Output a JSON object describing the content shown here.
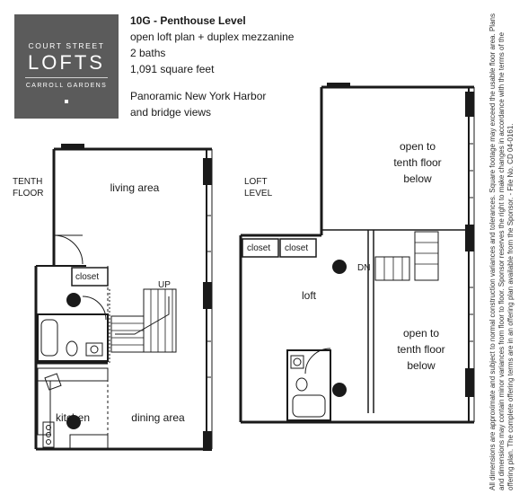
{
  "logo": {
    "line1": "COURT STREET",
    "line2": "LOFTS",
    "line3": "CARROLL GARDENS"
  },
  "unit": {
    "title": "10G - Penthouse Level",
    "layout": "open loft plan + duplex mezzanine",
    "baths": "2 baths",
    "area": "1,091 square feet",
    "views_line1": "Panoramic New York Harbor",
    "views_line2": "and bridge views"
  },
  "tenth_floor": {
    "heading_line1": "TENTH",
    "heading_line2": "FLOOR",
    "living": "living area",
    "closet": "closet",
    "up": "UP",
    "kitchen": "kitchen",
    "dining": "dining area"
  },
  "loft_level": {
    "heading_line1": "LOFT",
    "heading_line2": "LEVEL",
    "closet_a": "closet",
    "closet_b": "closet",
    "loft": "loft",
    "dn": "DN",
    "open_top_1": "open to",
    "open_top_2": "tenth floor",
    "open_top_3": "below",
    "open_bot_1": "open to",
    "open_bot_2": "tenth floor",
    "open_bot_3": "below"
  },
  "disclaimer": "All dimensions are approximate and subject to normal construction variances and tolerances. Square footage may exceed the usable floor area. Plans and dimensions may contain minor variances from floor to floor. Sponsor reserves the right to make changes in accordance with the terms of the offering plan. The complete offering terms are in an offering plan available from the Sponsor. - File No. CD 04-0161."
}
